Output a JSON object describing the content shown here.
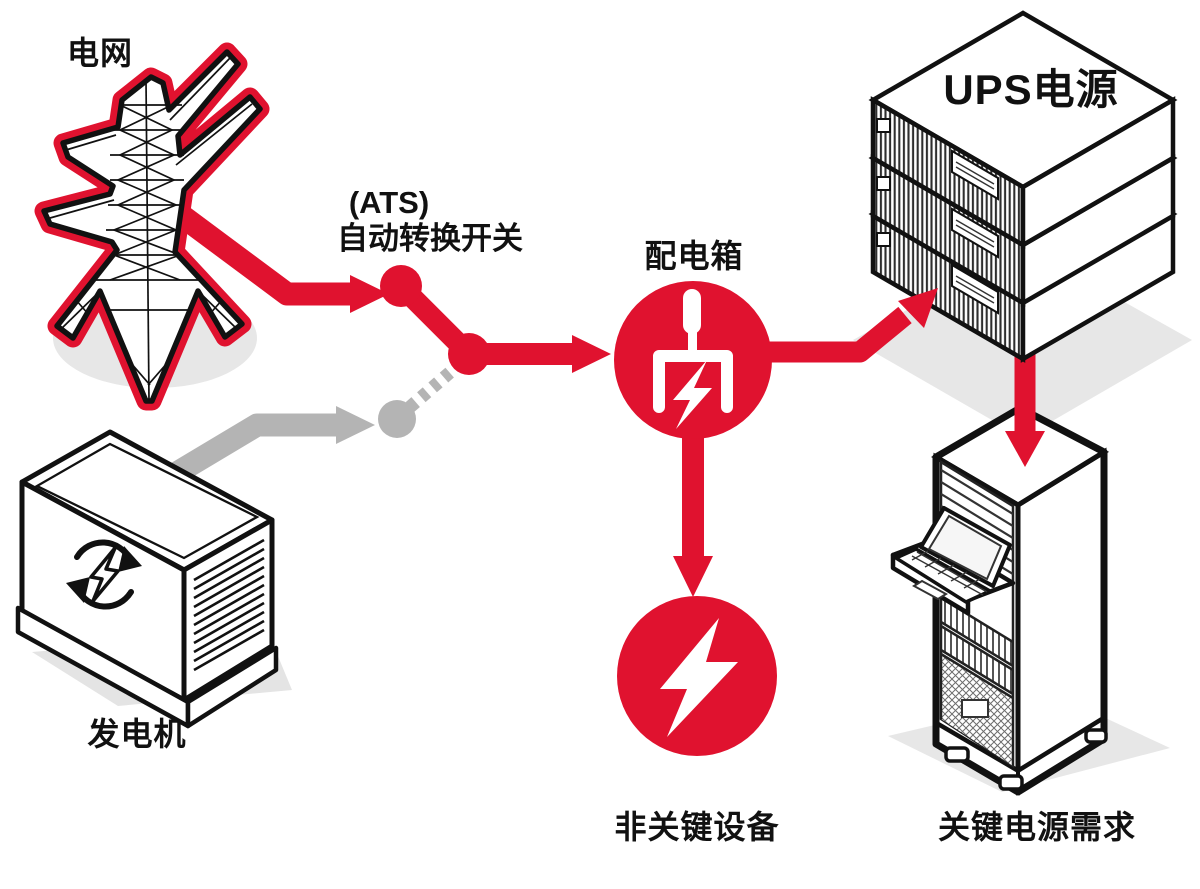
{
  "diagram_title": "UPS backup power topology",
  "labels": {
    "grid": "电网",
    "generator": "发电机",
    "ats_abbr": "(ATS)",
    "ats_name": "自动转换开关",
    "distribution_box": "配电箱",
    "non_critical_load": "非关键设备",
    "ups": "UPS电源",
    "critical_load": "关键电源需求"
  },
  "colors": {
    "active_red": "#e0122f",
    "standby_gray": "#b4b4b4",
    "outline_black": "#111111",
    "shadow_gray": "#e7e7e7"
  },
  "nodes": [
    {
      "id": "power-grid",
      "label": "电网",
      "icon": "transmission-tower-icon",
      "state": "active"
    },
    {
      "id": "generator",
      "label": "发电机",
      "icon": "generator-icon",
      "state": "standby"
    },
    {
      "id": "ats",
      "abbr": "(ATS)",
      "label": "自动转换开关",
      "icon": "transfer-switch-icon",
      "state": "switched-to-grid"
    },
    {
      "id": "distribution-box",
      "label": "配电箱",
      "icon": "breaker-plug-icon",
      "state": "active"
    },
    {
      "id": "non-critical-load",
      "label": "非关键设备",
      "icon": "lightning-bolt-icon",
      "state": "active"
    },
    {
      "id": "ups",
      "label": "UPS电源",
      "icon": "ups-stack-icon",
      "state": "active"
    },
    {
      "id": "critical-load",
      "label": "关键电源需求",
      "icon": "server-rack-icon",
      "state": "active"
    }
  ],
  "edges": [
    {
      "from": "power-grid",
      "to": "ats",
      "status": "active",
      "color": "#e0122f"
    },
    {
      "from": "generator",
      "to": "ats",
      "status": "standby",
      "color": "#b4b4b4"
    },
    {
      "from": "ats",
      "to": "distribution-box",
      "status": "active",
      "color": "#e0122f"
    },
    {
      "from": "distribution-box",
      "to": "non-critical-load",
      "status": "active",
      "color": "#e0122f"
    },
    {
      "from": "distribution-box",
      "to": "ups",
      "status": "active",
      "color": "#e0122f"
    },
    {
      "from": "ups",
      "to": "critical-load",
      "status": "active",
      "color": "#e0122f"
    }
  ]
}
